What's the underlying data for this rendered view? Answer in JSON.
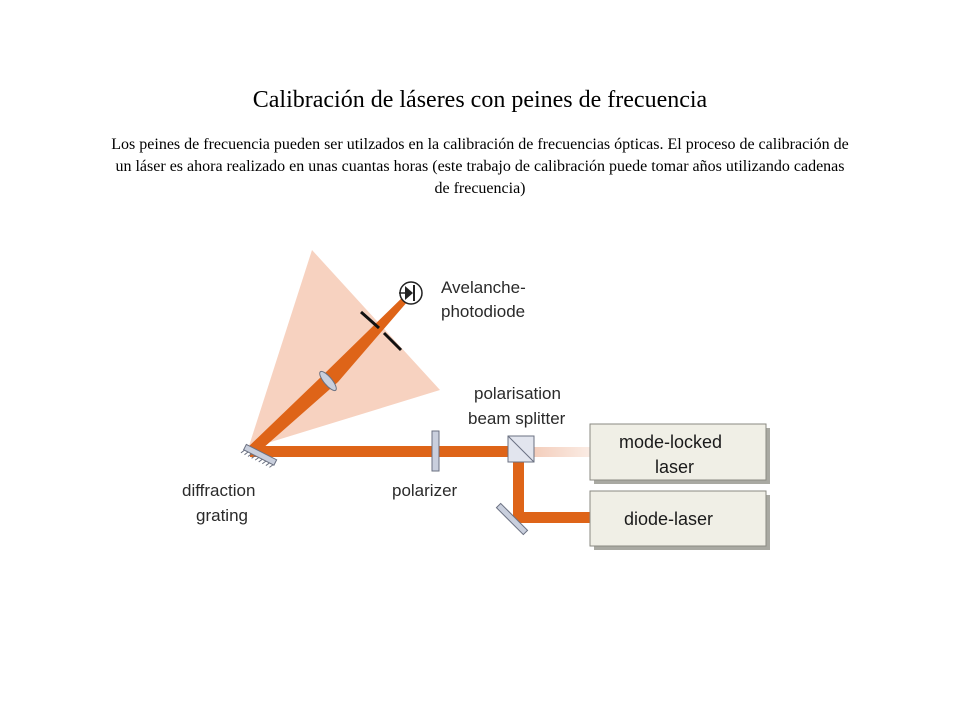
{
  "page": {
    "title": "Calibración de láseres con peines de frecuencia",
    "description": "Los peines de frecuencia pueden ser utilzados en la calibración de frecuencias ópticas. El proceso de calibración de un láser es ahora realizado en unas cuantas horas (este trabajo de calibración puede tomar años utilizando cadenas de frecuencia)"
  },
  "diagram": {
    "labels": {
      "photodiode_line1": "Avelanche-",
      "photodiode_line2": "photodiode",
      "splitter_line1": "polarisation",
      "splitter_line2": "beam splitter",
      "grating_line1": "diffraction",
      "grating_line2": "grating",
      "polarizer": "polarizer",
      "mode_locked_line1": "mode-locked",
      "mode_locked_line2": "laser",
      "diode_laser": "diode-laser"
    },
    "colors": {
      "beam": "#de6418",
      "fan": "#f7d2c0",
      "optics": "#c9cfdd",
      "laser_box": "#f0efe6"
    }
  }
}
